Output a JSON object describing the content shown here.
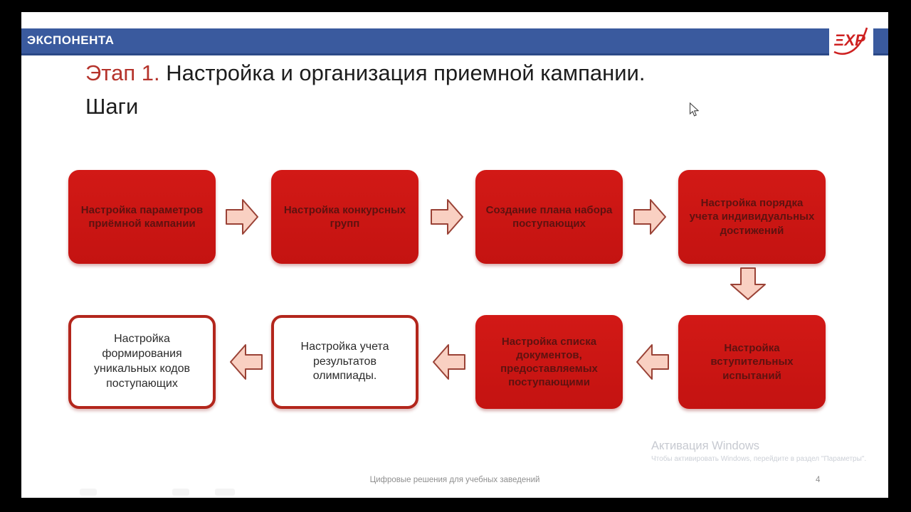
{
  "header": {
    "brand": "ЭКСПОНЕНТА",
    "logo_text": "ΞXP",
    "bar_color": "#3a5a9e"
  },
  "title": {
    "accent": "Этап 1.",
    "rest": " Настройка и организация приемной кампании.",
    "line2": "Шаги",
    "accent_color": "#b5332b"
  },
  "flowchart": {
    "steps": [
      {
        "label": "Настройка параметров приёмной кампании",
        "variant": "red"
      },
      {
        "label": "Настройка конкурсных групп",
        "variant": "red"
      },
      {
        "label": "Создание плана набора поступающих",
        "variant": "red"
      },
      {
        "label": "Настройка порядка учета индивидуальных достижений",
        "variant": "red"
      },
      {
        "label": "Настройка вступительных испытаний",
        "variant": "red"
      },
      {
        "label": "Настройка списка документов, предоставляемых поступающими",
        "variant": "red"
      },
      {
        "label": "Настройка учета результатов олимпиады.",
        "variant": "white"
      },
      {
        "label": "Настройка формирования уникальных кодов поступающих",
        "variant": "white"
      }
    ],
    "box_red_fill": "#cc1514",
    "box_red_text": "#5e1210",
    "box_white_border": "#b3261c",
    "arrow_fill": "#f9d0c2",
    "arrow_stroke": "#9a4236"
  },
  "footer": {
    "text": "Цифровые решения для учебных заведений",
    "page": "4"
  },
  "watermark": {
    "line1": "Активация Windows",
    "line2": "Чтобы активировать Windows, перейдите в раздел \"Параметры\"."
  }
}
